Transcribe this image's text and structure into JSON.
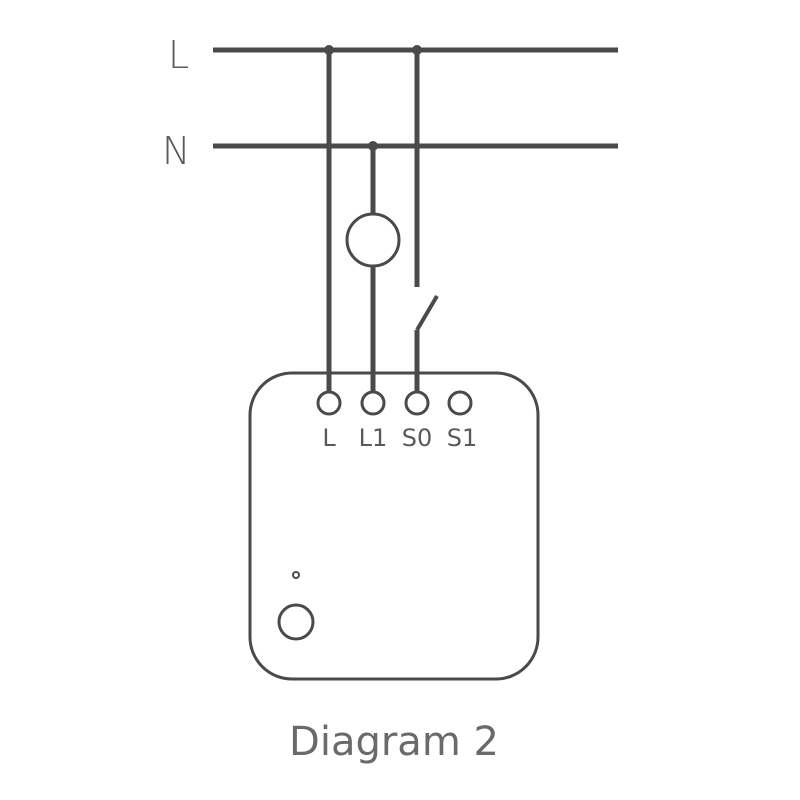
{
  "rails": {
    "live_label": "L",
    "neutral_label": "N"
  },
  "module": {
    "terminals": [
      "L",
      "L1",
      "S0",
      "S1"
    ]
  },
  "caption": "Diagram 2",
  "colors": {
    "line": "#4a4a4a",
    "text": "#5a5a5a"
  }
}
